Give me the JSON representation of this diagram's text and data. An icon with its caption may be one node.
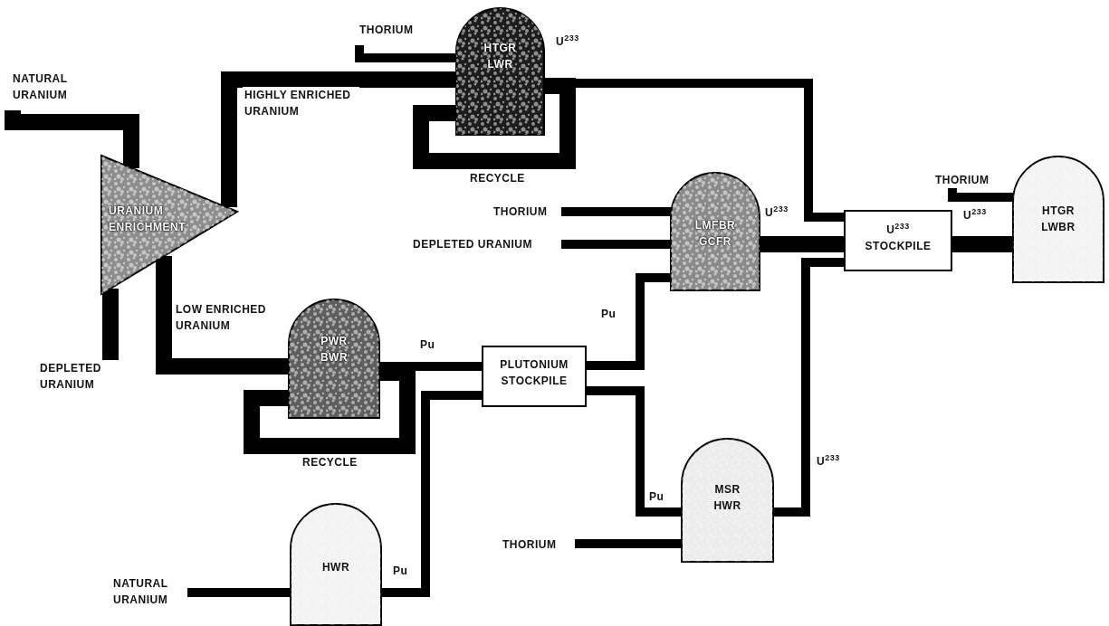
{
  "diagram": {
    "nodes": [
      {
        "text": [
          "NATURAL URANIUM"
        ]
      },
      {
        "text": [
          "URANIUM ENRICHMENT"
        ]
      },
      {
        "text": [
          "DEPLETED URANIUM"
        ]
      },
      {
        "text": [
          "THORIUM"
        ]
      },
      {
        "text": [
          "HTGR LWR"
        ]
      },
      {
        "text": [
          "THORIUM"
        ]
      },
      {
        "text": [
          "DEPLETED URANIUM"
        ]
      },
      {
        "text": [
          "LMFBR GCFR"
        ]
      },
      {
        "text": [
          "U$^{233}$ STOCKPILE"
        ]
      },
      {
        "text": [
          "THORIUM"
        ]
      },
      {
        "text": [
          "HTGR LWBR"
        ]
      },
      {
        "text": [
          "PWR BWR"
        ]
      },
      {
        "text": [
          "PLUTONIUM STOCKPILE"
        ]
      },
      {
        "text": [
          "HWR"
        ]
      },
      {
        "text": [
          "NATURAL URANIUM"
        ]
      },
      {
        "text": [
          "MSR HWR"
        ]
      },
      {
        "text": [
          "THORIUM"
        ]
      }
    ],
    "edges": [
      {
        "from": 0,
        "to": 1,
        "arrow": "none",
        "style": "thick"
      },
      {
        "from": 1,
        "to": 2,
        "arrow": "none",
        "style": "thick"
      },
      {
        "from": 1,
        "to": 4,
        "arrow": "none",
        "style": "thick",
        "label": "HIGHLY ENRICHED URANIUM"
      },
      {
        "from": 3,
        "to": 4,
        "arrow": "none"
      },
      {
        "from": 4,
        "to": 4,
        "arrow": "none",
        "style": "thick",
        "label": "RECYCLE"
      },
      {
        "from": 4,
        "to": 8,
        "arrow": "none",
        "label": "U$^{233}$"
      },
      {
        "from": 5,
        "to": 7,
        "arrow": "none"
      },
      {
        "from": 6,
        "to": 7,
        "arrow": "none"
      },
      {
        "from": 7,
        "to": 8,
        "arrow": "none",
        "style": "thick",
        "label": "U$^{233}$"
      },
      {
        "from": 9,
        "to": 10,
        "arrow": "none"
      },
      {
        "from": 8,
        "to": 10,
        "arrow": "none",
        "style": "thick",
        "label": "U$^{233}$"
      },
      {
        "from": 1,
        "to": 11,
        "arrow": "none",
        "style": "thick",
        "label": "LOW ENRICHED URANIUM"
      },
      {
        "from": 11,
        "to": 11,
        "arrow": "none",
        "style": "thick",
        "label": "RECYCLE"
      },
      {
        "from": 11,
        "to": 12,
        "arrow": "none",
        "label": "Pu"
      },
      {
        "from": 14,
        "to": 13,
        "arrow": "none"
      },
      {
        "from": 13,
        "to": 12,
        "arrow": "none",
        "label": "Pu"
      },
      {
        "from": 12,
        "to": 7,
        "arrow": "none",
        "label": "Pu"
      },
      {
        "from": 12,
        "to": 15,
        "arrow": "none",
        "label": "Pu"
      },
      {
        "from": 16,
        "to": 15,
        "arrow": "none"
      },
      {
        "from": 15,
        "to": 8,
        "arrow": "none",
        "label": "U$^{233}$"
      }
    ]
  }
}
